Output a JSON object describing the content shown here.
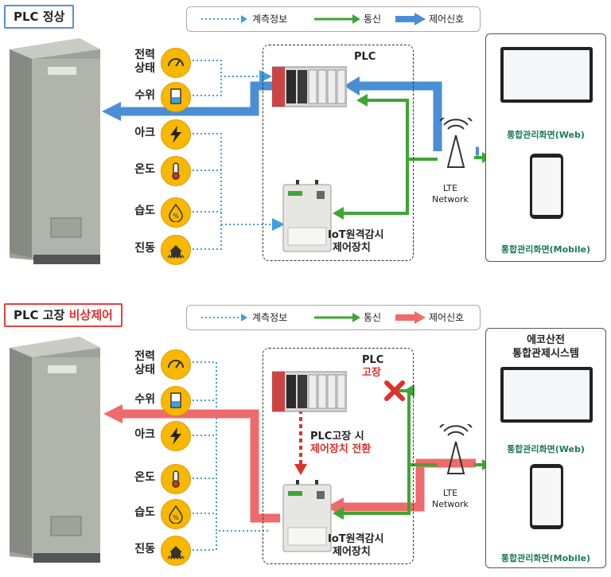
{
  "panels": [
    {
      "title": "PLC 정상",
      "title_highlight": "",
      "legend": {
        "measure": "계측정보",
        "comm": "통신",
        "control": "제어신호"
      },
      "plc_label": "PLC",
      "plc_status": "",
      "switch_note": [
        "",
        ""
      ],
      "iot_label": [
        "IoT원격감시",
        "제어장치"
      ],
      "lte_label": [
        "LTE",
        "Network"
      ],
      "system_title": [
        "",
        ""
      ],
      "web_caption": "통합관리화면(Web)",
      "mobile_caption": "통합관리화면(Mobile)"
    },
    {
      "title": "PLC 고장 ",
      "title_highlight": "비상제어",
      "legend": {
        "measure": "계측정보",
        "comm": "통신",
        "control": "제어신호"
      },
      "plc_label": "PLC",
      "plc_status": "고장",
      "switch_note": [
        "PLC고장 시",
        "제어장치 전환"
      ],
      "iot_label": [
        "IoT원격감시",
        "제어장치"
      ],
      "lte_label": [
        "LTE",
        "Network"
      ],
      "system_title": [
        "에코산전",
        "통합관제시스템"
      ],
      "web_caption": "통합관리화면(Web)",
      "mobile_caption": "통합관리화면(Mobile)"
    }
  ],
  "sensors": [
    {
      "label": [
        "전력",
        "상태"
      ],
      "icon": "gauge-icon"
    },
    {
      "label": [
        "수위",
        ""
      ],
      "icon": "water-level-icon"
    },
    {
      "label": [
        "아크",
        ""
      ],
      "icon": "lightning-icon"
    },
    {
      "label": [
        "온도",
        ""
      ],
      "icon": "thermometer-icon"
    },
    {
      "label": [
        "습도",
        ""
      ],
      "icon": "humidity-icon"
    },
    {
      "label": [
        "진동",
        ""
      ],
      "icon": "vibration-icon"
    }
  ],
  "colors": {
    "measure": "#3aa0e0",
    "comm": "#3fa535",
    "control_normal": "#4a8fd6",
    "control_emergency": "#ee6b6b",
    "alert_red": "#e0302b",
    "sensor_yellow": "#f8b800"
  }
}
